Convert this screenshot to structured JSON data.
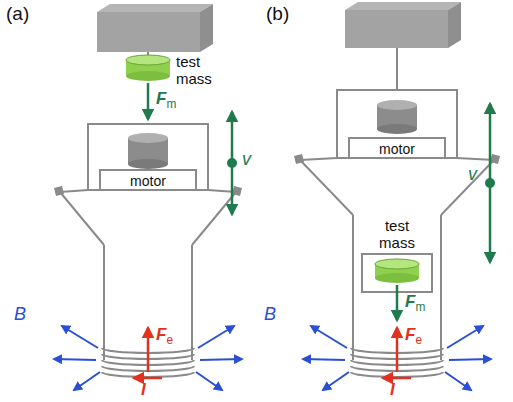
{
  "diagram": {
    "labels": [
      "(a)",
      "test mass",
      "Fm",
      "motor",
      "v",
      "B",
      "Fe",
      "I",
      "(b)",
      "motor",
      "v",
      "test mass",
      "Fm",
      "B",
      "Fe",
      "I"
    ]
  }
}
